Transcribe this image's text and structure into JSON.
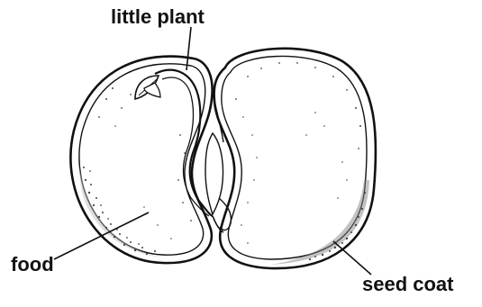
{
  "labels": {
    "little_plant": "little plant",
    "food": "food",
    "seed_coat": "seed coat"
  },
  "colors": {
    "ink": "#111111",
    "background": "#ffffff"
  }
}
